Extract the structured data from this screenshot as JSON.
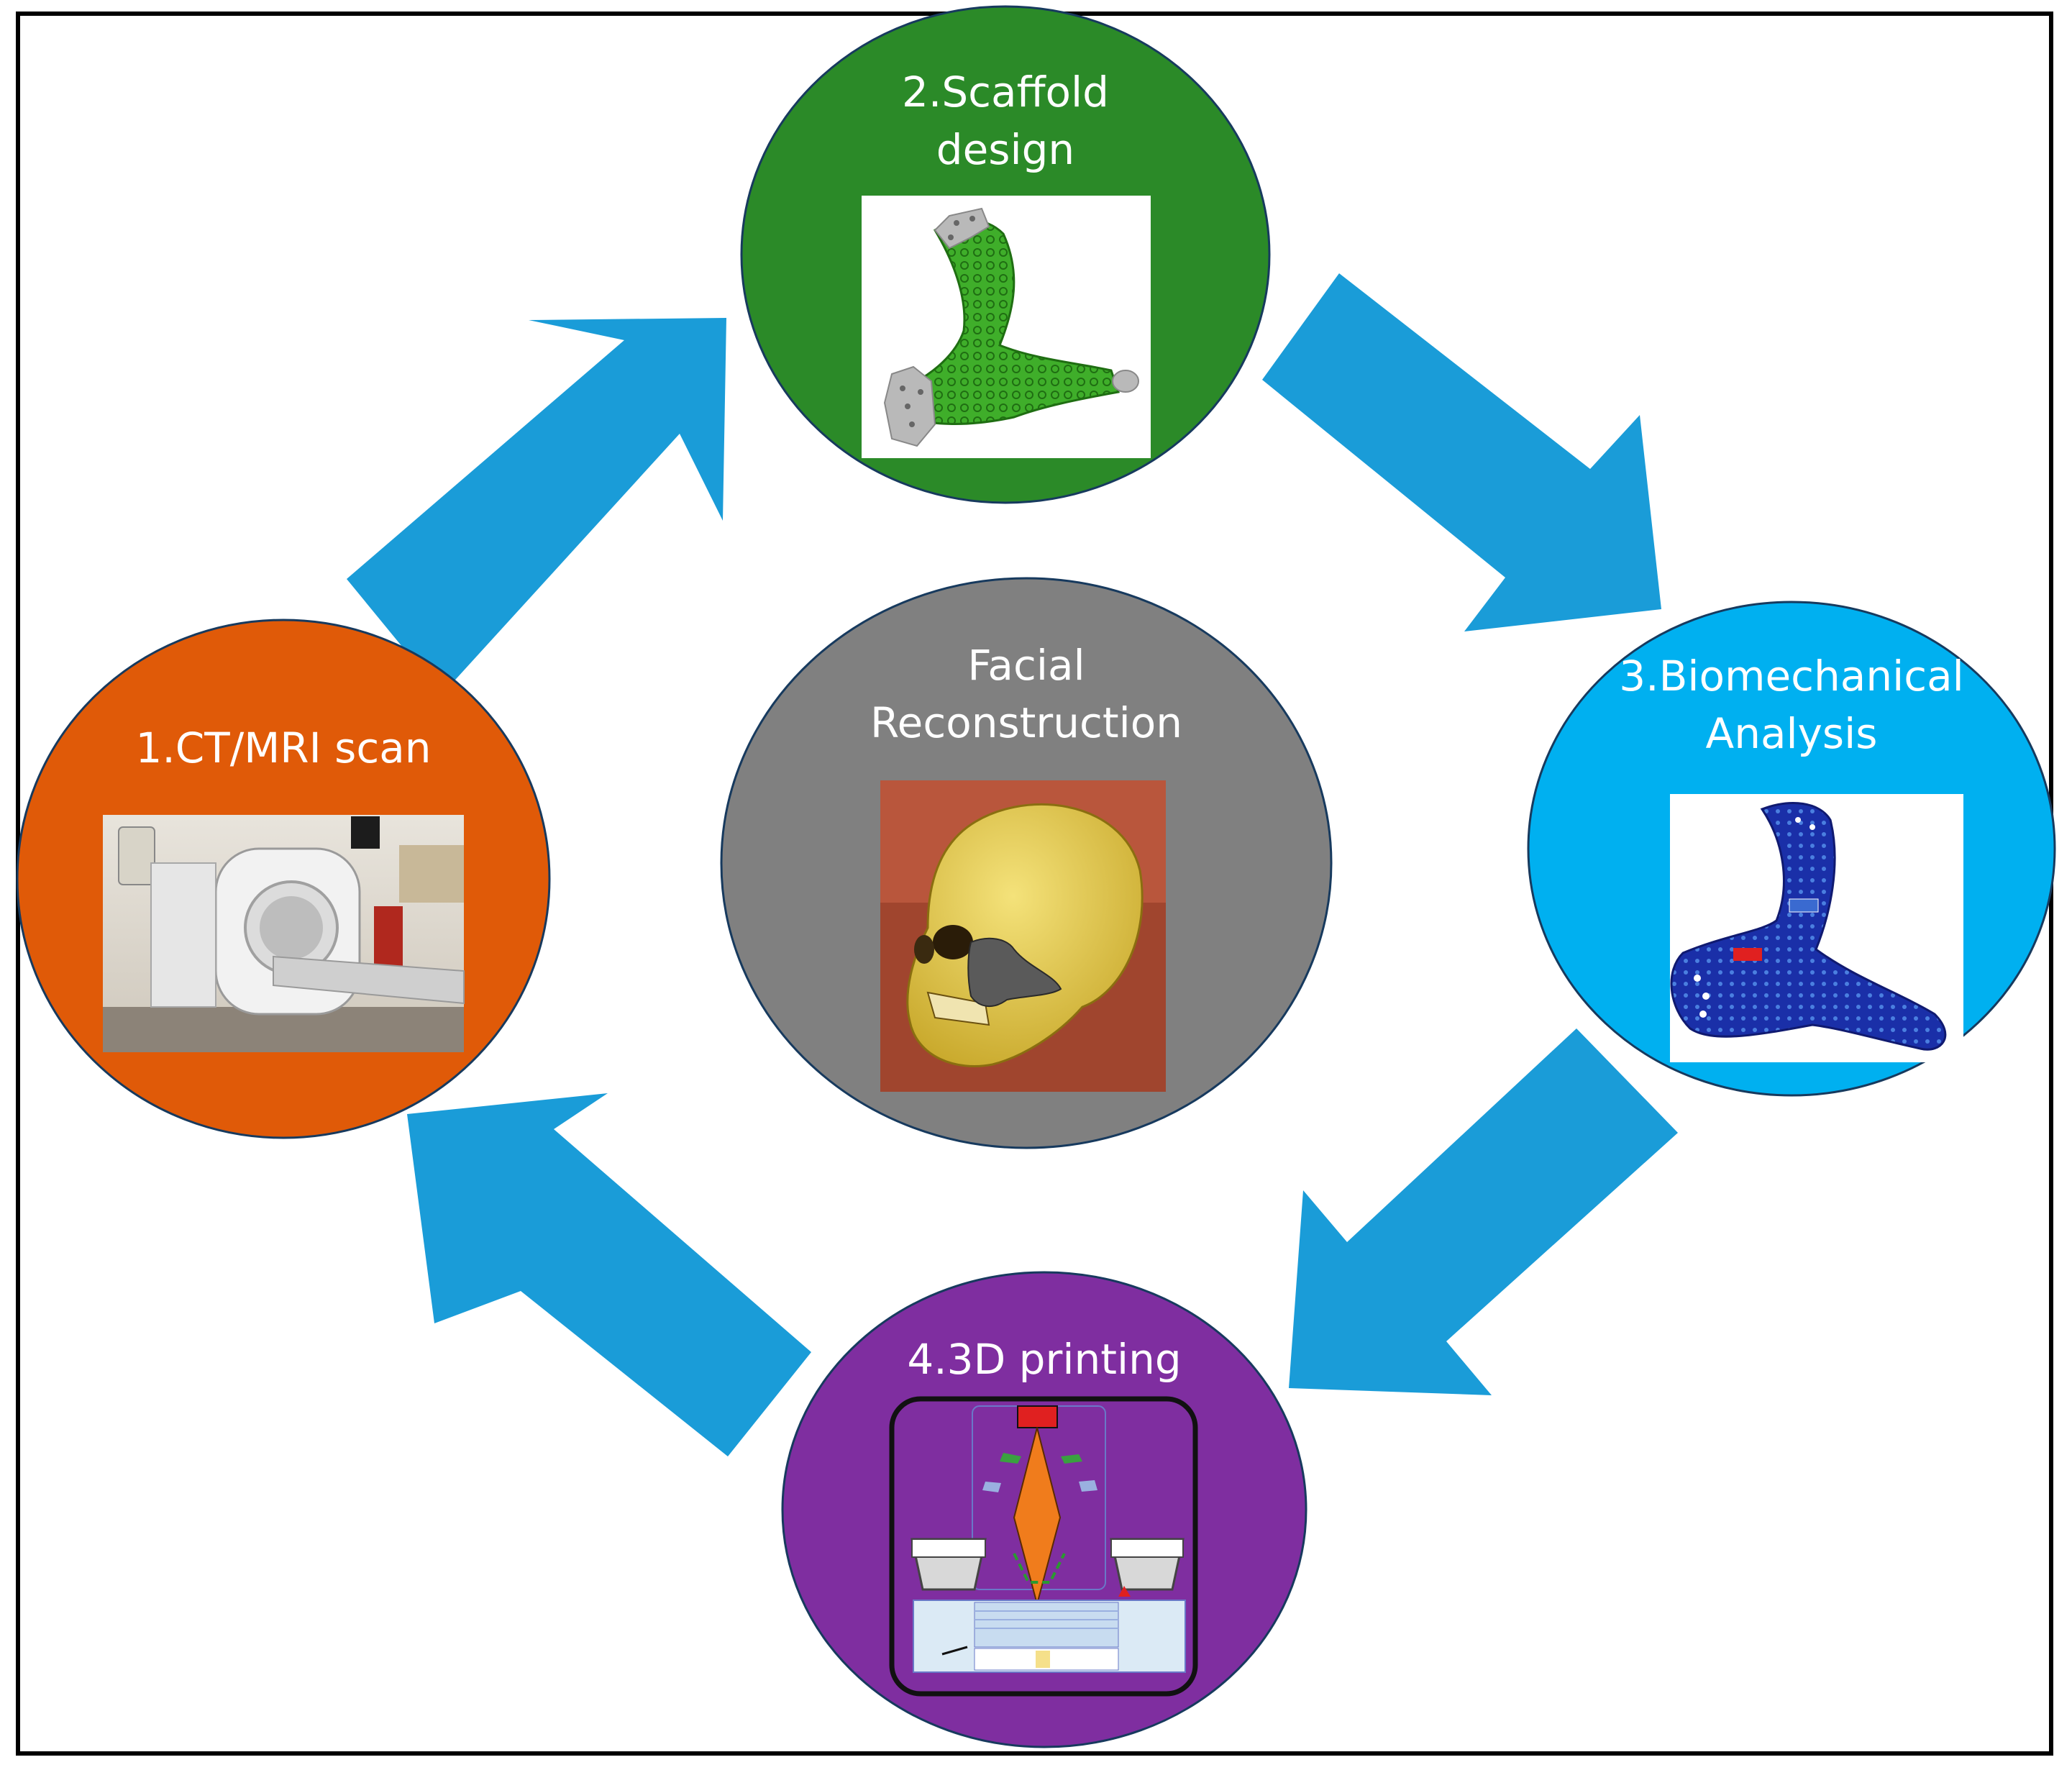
{
  "nodes": {
    "scan": {
      "lines": [
        "1.CT/MRI scan"
      ],
      "color": "#e05a08"
    },
    "scaffold": {
      "lines": [
        "2.Scaffold",
        "design"
      ],
      "color": "#2b8a28"
    },
    "biomech": {
      "lines": [
        "3.Biomechanical",
        "Analysis"
      ],
      "color": "#00b0f0"
    },
    "printing": {
      "lines": [
        "4.3D printing"
      ],
      "color": "#7f2ea0"
    },
    "center": {
      "lines": [
        "Facial",
        "Reconstruction"
      ],
      "color": "#808080"
    }
  },
  "arrow_color": "#1a9cd8",
  "icons": {
    "scan": "ct-scanner-photo",
    "scaffold": "scaffold-mesh-model",
    "biomech": "stress-analysis-model",
    "printing": "3d-printer-schematic",
    "center": "skull-with-implant-photo"
  }
}
